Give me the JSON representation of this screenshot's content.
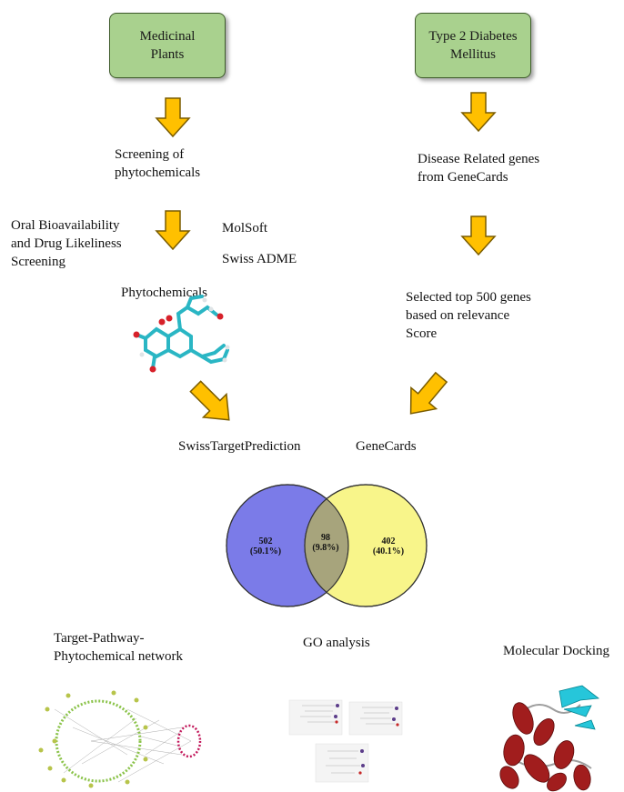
{
  "boxes": {
    "medicinal_plants": "Medicinal\nPlants",
    "t2dm": "Type 2 Diabetes\nMellitus"
  },
  "left_flow": {
    "screening": "Screening of\nphytochemicals",
    "oral_bio": "Oral Bioavailability\nand Drug Likeliness\nScreening",
    "molsoft": "MolSoft",
    "swiss_adme": "Swiss ADME",
    "phytochemicals": "Phytochemicals",
    "swiss_target": "SwissTargetPrediction"
  },
  "right_flow": {
    "disease_genes": "Disease Related genes\nfrom GeneCards",
    "top500": "Selected top 500 genes\nbased on relevance\nScore",
    "genecards": "GeneCards"
  },
  "venn": {
    "left_count": "502",
    "left_pct": "(50.1%)",
    "overlap_count": "98",
    "overlap_pct": "(9.8%)",
    "right_count": "402",
    "right_pct": "(40.1%)",
    "left_color": "#7b7be8",
    "right_color": "#f8f58a",
    "overlap_color": "#a7a47c"
  },
  "bottom": {
    "network": "Target-Pathway-\nPhytochemical network",
    "go": "GO analysis",
    "docking": "Molecular Docking"
  },
  "colors": {
    "box_fill": "#a9d18e",
    "arrow_fill": "#ffc000",
    "arrow_stroke": "#7a5c00"
  }
}
